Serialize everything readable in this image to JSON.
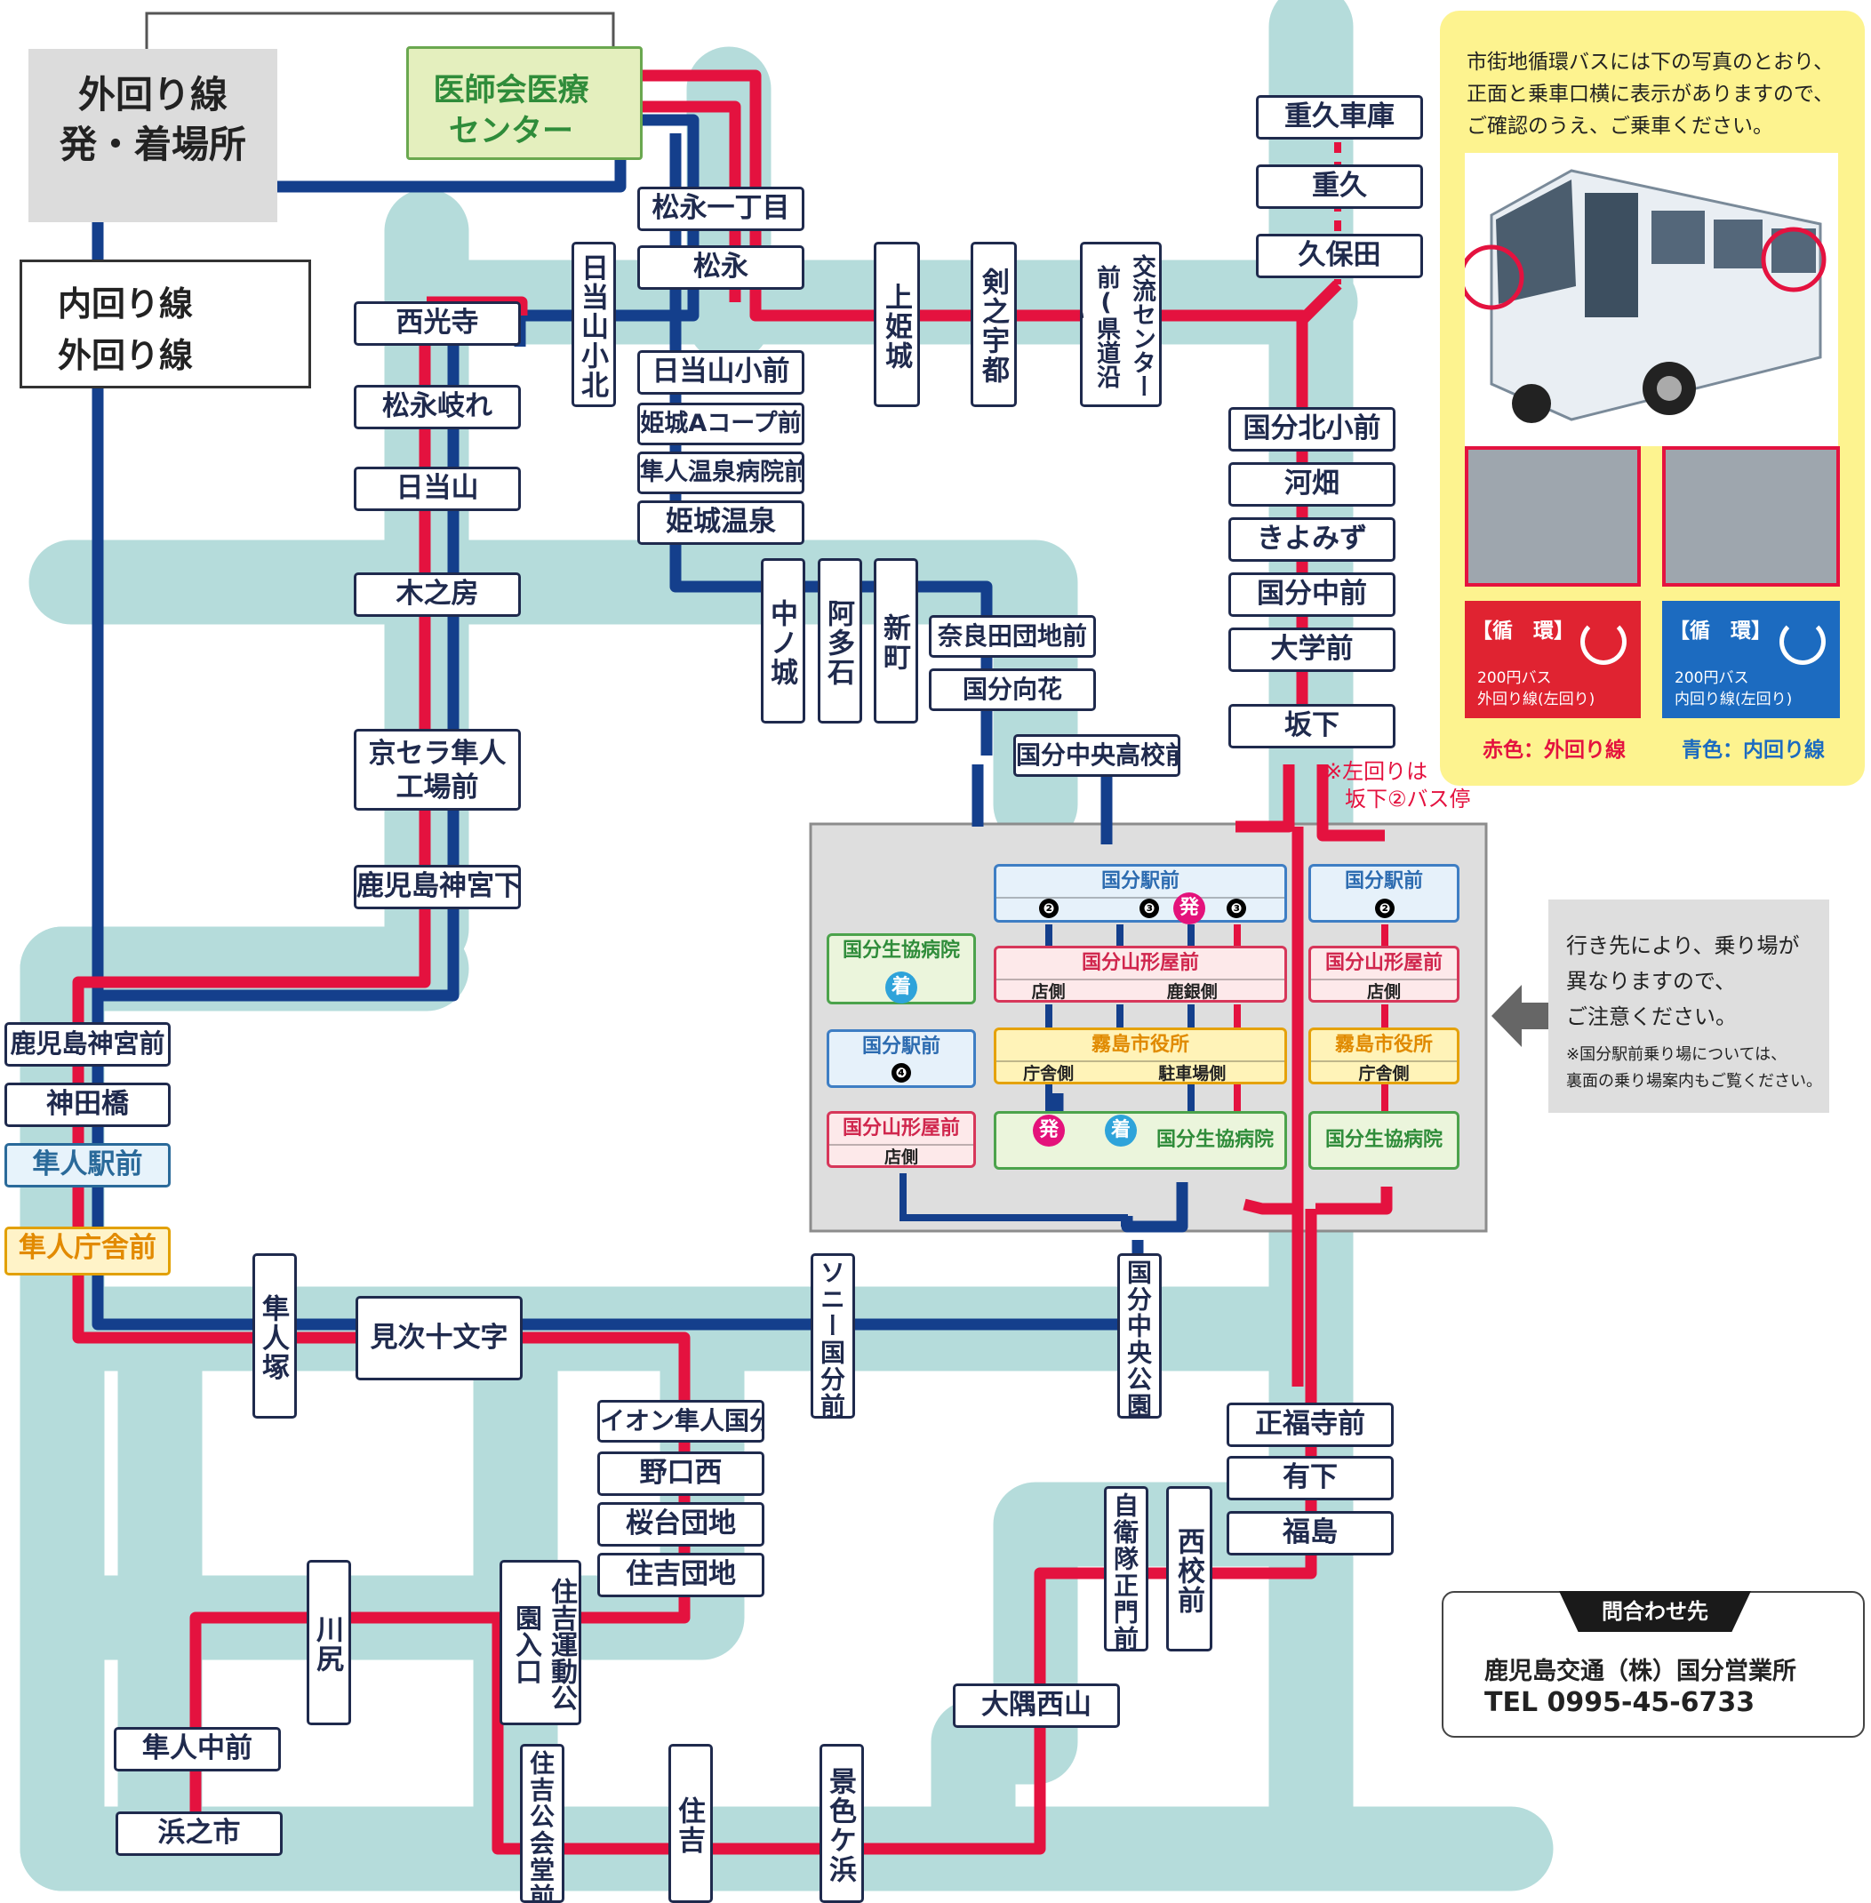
{
  "legend_box": {
    "line1": "外回り線",
    "line2": "発・着場所"
  },
  "legend_lines": {
    "inner": "内回り線",
    "outer": "外回り線"
  },
  "colors": {
    "inner": "#143f8c",
    "outer": "#e4123f",
    "road": "#b5dcdb",
    "hub": "#dedede"
  },
  "origin": {
    "line1": "医師会医療",
    "line2": "センター"
  },
  "stops": {
    "matsunaga1": "松永一丁目",
    "matsunaga": "松永",
    "hinatayama_sho": "日当山小前",
    "himeki_coop": "姫城Aコープ前",
    "hayato_onsen": "隼人温泉病院前",
    "himeki_onsen": "姫城温泉",
    "hinatayama_shohoku": "日当山小北",
    "kami_himeki": "上姫城",
    "kennouto": "剣之宇都",
    "koryu": "交流センター前(県道沿い)",
    "shigehisa_garage": "重久車庫",
    "shigehisa": "重久",
    "kubota": "久保田",
    "saikoji": "西光寺",
    "matsunaga_wakare": "松永岐れ",
    "hinatayama": "日当山",
    "kinobo": "木之房",
    "kyocera": "京セラ隼人",
    "kyocera2": "工場前",
    "jingu_shita": "鹿児島神宮下",
    "jingu_mae": "鹿児島神宮前",
    "kandabashi": "神田橋",
    "hayato_eki": "隼人駅前",
    "hayato_chosha": "隼人庁舎前",
    "hayatozuka": "隼人塚",
    "mitsugi": "見次十文字",
    "sony": "ソニー国分前",
    "kokubu_chuo_koen": "国分中央公園",
    "aeon": "イオン隼人国分",
    "noguchi_nishi": "野口西",
    "sakuradai": "桜台団地",
    "sumiyoshi_danchi": "住吉団地",
    "sumiyoshi_undo": "住吉運動公園入口",
    "kawashiri": "川尻",
    "hayato_chu": "隼人中前",
    "hamanoichi": "浜之市",
    "sumiyoshi_kokaido": "住吉公会堂前",
    "sumiyoshi": "住吉",
    "keshikigahama": "景色ケ浜",
    "osumi_nishiyama": "大隅西山",
    "jieitai": "自衛隊正門前",
    "nishi_ko": "西校前",
    "shofukuji": "正福寺前",
    "arishita": "有下",
    "fukushima": "福島",
    "kokubu_kita_sho": "国分北小前",
    "kobatake": "河畑",
    "kiyomizu": "きよみず",
    "kokubu_chu": "国分中前",
    "daigaku": "大学前",
    "sakashita": "坂下",
    "nakanojo": "中ノ城",
    "atashi": "阿多石",
    "shinmachi": "新町",
    "narada": "奈良田団地前",
    "kokubu_mukaibana": "国分向花",
    "kokubu_chuo_ko": "国分中央高校前"
  },
  "sakashita_note": {
    "line1": "※左回りは",
    "line2": "坂下②バス停"
  },
  "hub": {
    "station_center": "国分駅前",
    "station_right": "国分駅前",
    "station_left": "国分駅前",
    "yamagataya_center": "国分山形屋前",
    "yamagataya_center_a": "店側",
    "yamagataya_center_b": "鹿銀側",
    "yamagataya_right": "国分山形屋前",
    "yamagataya_right_a": "店側",
    "yamagataya_left": "国分山形屋前",
    "yamagataya_left_a": "店側",
    "city_hall_center": "霧島市役所",
    "city_hall_center_a": "庁舎側",
    "city_hall_center_b": "駐車場側",
    "city_hall_right": "霧島市役所",
    "city_hall_right_a": "庁舎側",
    "seikyo_center": "国分生協病院",
    "seikyo_right": "国分生協病院",
    "seikyo_left": "国分生協病院",
    "depart": "発",
    "arrive": "着",
    "n2": "❷",
    "n3": "❸",
    "n4": "❹"
  },
  "notice": {
    "line1": "行き先により、乗り場が",
    "line2": "異なりますので、",
    "line3": "ご注意ください。",
    "small1": "※国分駅前乗り場については、",
    "small2": "裏面の乗り場案内もご覧ください。"
  },
  "info": {
    "line1": "市街地循環バスには下の写真のとおり、",
    "line2": "正面と乗車口横に表示がありますので、",
    "line3": "ご確認のうえ、ご乗車ください。",
    "red_sign_title": "【循　環】",
    "red_sign_line1": "200円バス",
    "red_sign_line2": "外回り線(左回り)",
    "blue_sign_title": "【循　環】",
    "blue_sign_line1": "200円バス",
    "blue_sign_line2": "内回り線(左回り)",
    "red_caption": "赤色：外回り線",
    "blue_caption": "青色：内回り線"
  },
  "contact": {
    "header": "問合わせ先",
    "name": "鹿児島交通（株）国分営業所",
    "tel": "TEL 0995-45-6733"
  }
}
